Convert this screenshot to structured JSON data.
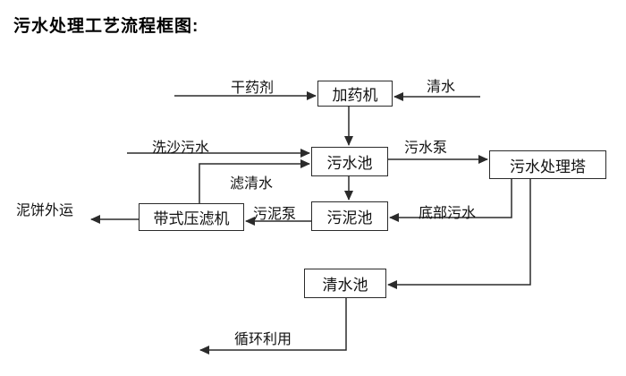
{
  "title": "污水处理工艺流程框图:",
  "diagram": {
    "type": "flowchart",
    "nodes": {
      "dosing_machine": {
        "label": "加药机"
      },
      "sewage_pool": {
        "label": "污水池"
      },
      "treatment_tower": {
        "label": "污水处理塔"
      },
      "sludge_pool": {
        "label": "污泥池"
      },
      "belt_filter_press": {
        "label": "带式压滤机"
      },
      "clean_water_pool": {
        "label": "清水池"
      }
    },
    "edges": [
      {
        "label": "干药剂",
        "from": "external",
        "to": "dosing_machine"
      },
      {
        "label": "清水",
        "from": "external",
        "to": "dosing_machine"
      },
      {
        "label": "",
        "from": "dosing_machine",
        "to": "sewage_pool"
      },
      {
        "label": "洗沙污水",
        "from": "external",
        "to": "sewage_pool"
      },
      {
        "label": "滤清水",
        "from": "belt_filter_press",
        "to": "sewage_pool"
      },
      {
        "label": "污水泵",
        "from": "sewage_pool",
        "to": "treatment_tower"
      },
      {
        "label": "",
        "from": "sewage_pool",
        "to": "sludge_pool"
      },
      {
        "label": "底部污水",
        "from": "treatment_tower",
        "to": "sludge_pool"
      },
      {
        "label": "污泥泵",
        "from": "sludge_pool",
        "to": "belt_filter_press"
      },
      {
        "label": "泥饼外运",
        "from": "belt_filter_press",
        "to": "external"
      },
      {
        "label": "",
        "from": "treatment_tower",
        "to": "clean_water_pool"
      },
      {
        "label": "循环利用",
        "from": "clean_water_pool",
        "to": "external"
      }
    ],
    "colors": {
      "line": "#2b2b2b",
      "text": "#111111",
      "box_border": "#2b2b2b",
      "box_fill": "#ffffff",
      "background": "#ffffff"
    }
  }
}
